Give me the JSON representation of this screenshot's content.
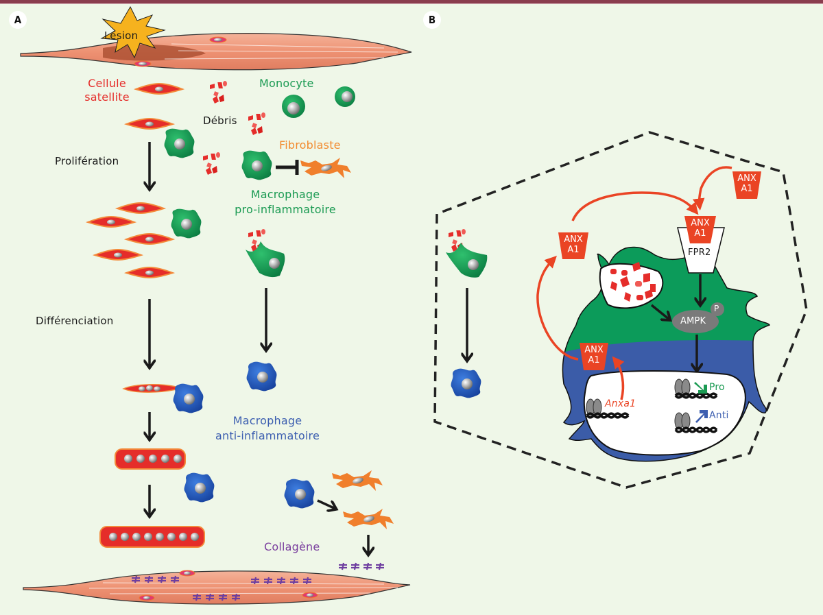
{
  "panels": {
    "a": {
      "letter": "A",
      "lesion": "Lésion",
      "cellule_satellite": [
        "Cellule",
        "satellite"
      ],
      "monocyte": "Monocyte",
      "debris": "Débris",
      "fibroblaste": "Fibroblaste",
      "proliferation": "Prolifération",
      "macrophage_pro": [
        "Macrophage",
        "pro-inflammatoire"
      ],
      "differenciation": "Différenciation",
      "macrophage_anti": [
        "Macrophage",
        "anti-inflammatoire"
      ],
      "collagene": "Collagène"
    },
    "b": {
      "letter": "B",
      "anx_label": [
        "ANX",
        "A1"
      ],
      "receptor": "FPR2",
      "kinase": "AMPK",
      "phospho": "P",
      "gene": "Anxa1",
      "pro": "Pro",
      "anti": "Anti"
    }
  },
  "colors": {
    "background": "#eff7e8",
    "header": "#8a3d4e",
    "satellite_red": "#e52d2a",
    "macrophage_green": "#0c9b5a",
    "macrophage_blue": "#3b5ca8",
    "fibroblast_orange": "#f07f2c",
    "anx_red": "#ea4424",
    "collagen_purple": "#6e3ea0",
    "muscle": "#f09a7e"
  }
}
